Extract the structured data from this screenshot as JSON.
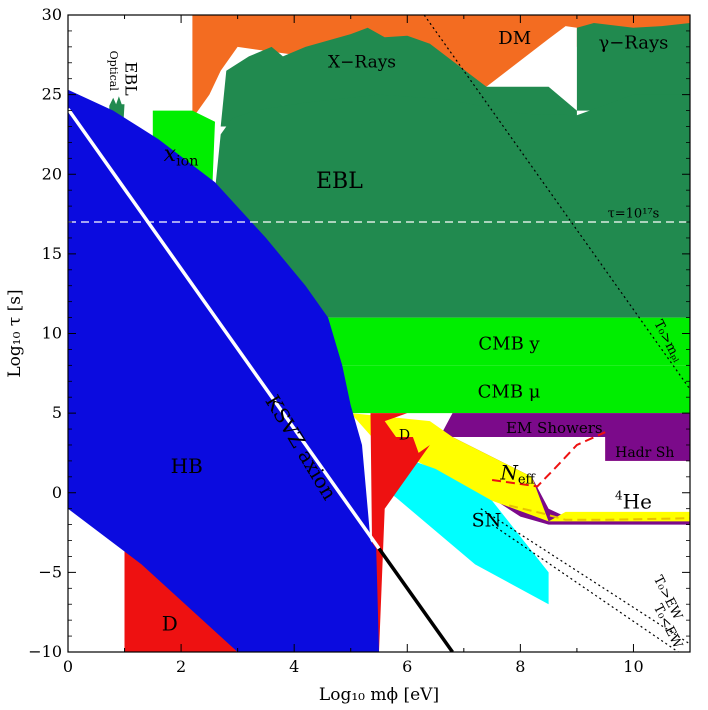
{
  "chart_data": {
    "type": "area",
    "xlabel": "Log₁₀ mϕ [eV]",
    "ylabel": "Log₁₀ τ [s]",
    "xlim": [
      0,
      11
    ],
    "ylim": [
      -10,
      30
    ],
    "x_ticks": [
      0,
      2,
      4,
      6,
      8,
      10
    ],
    "y_ticks": [
      -10,
      -5,
      0,
      5,
      10,
      15,
      20,
      25,
      30
    ],
    "regions": [
      {
        "name": "DM",
        "label": "DM",
        "color": "#f36c21",
        "points": [
          [
            2.2,
            30
          ],
          [
            11,
            30
          ],
          [
            11,
            28
          ],
          [
            9,
            28
          ],
          [
            9,
            29.2
          ],
          [
            8.8,
            29.3
          ],
          [
            8.5,
            28.5
          ],
          [
            7.4,
            25.5
          ],
          [
            5.5,
            26.5
          ],
          [
            4,
            27.5
          ],
          [
            3,
            28
          ],
          [
            2.7,
            26.5
          ],
          [
            2.5,
            25
          ],
          [
            2.2,
            23.5
          ]
        ]
      },
      {
        "name": "Gamma-Rays",
        "label": "γ−Rays",
        "color": "#218a4f",
        "points": [
          [
            9,
            24
          ],
          [
            9,
            29.2
          ],
          [
            9.3,
            29.5
          ],
          [
            10,
            29.2
          ],
          [
            10.5,
            29.3
          ],
          [
            11,
            29.5
          ],
          [
            11,
            24
          ]
        ]
      },
      {
        "name": "X-Rays",
        "label": "X−Rays",
        "color": "#218a4f",
        "points": [
          [
            2.7,
            23
          ],
          [
            2.8,
            26.5
          ],
          [
            3.2,
            27.4
          ],
          [
            3.6,
            28
          ],
          [
            3.8,
            27.4
          ],
          [
            4.2,
            28
          ],
          [
            4.6,
            28.4
          ],
          [
            5,
            28.8
          ],
          [
            5.3,
            29.2
          ],
          [
            5.6,
            28.6
          ],
          [
            6,
            28.7
          ],
          [
            6.4,
            28.2
          ],
          [
            7.4,
            25.5
          ],
          [
            8.5,
            25.5
          ],
          [
            9,
            24
          ],
          [
            9,
            23
          ],
          [
            2.7,
            23
          ]
        ]
      },
      {
        "name": "EBL",
        "label": "EBL",
        "color": "#218a4f",
        "points": [
          [
            2.6,
            11
          ],
          [
            2.6,
            19
          ],
          [
            2.7,
            22.5
          ],
          [
            2.9,
            23.5
          ],
          [
            3.3,
            24
          ],
          [
            4.2,
            24.5
          ],
          [
            5.5,
            25
          ],
          [
            6.7,
            24.7
          ],
          [
            8,
            23.8
          ],
          [
            9,
            23.7
          ],
          [
            10,
            25
          ],
          [
            11,
            25
          ],
          [
            11,
            11
          ]
        ]
      },
      {
        "name": "EBL-low-mass",
        "label": "EBL",
        "color": "#218a4f",
        "points": [
          [
            0.73,
            24.3
          ],
          [
            0.8,
            24.8
          ],
          [
            0.85,
            24.4
          ],
          [
            0.9,
            24.9
          ],
          [
            0.95,
            24.4
          ],
          [
            1,
            24.4
          ],
          [
            0.98,
            23.2
          ],
          [
            0.73,
            23.2
          ]
        ]
      },
      {
        "name": "x-ion",
        "label": "x",
        "sub": "ion",
        "color": "#00ee00",
        "points": [
          [
            1.5,
            20
          ],
          [
            1.5,
            24
          ],
          [
            2.2,
            24
          ],
          [
            2.6,
            23.3
          ],
          [
            2.55,
            19
          ],
          [
            2.6,
            11
          ],
          [
            2.4,
            11
          ],
          [
            2.2,
            14
          ]
        ]
      },
      {
        "name": "CMB-y",
        "label": "CMB y",
        "color": "#00ee00",
        "points": [
          [
            4.6,
            8
          ],
          [
            4.6,
            11
          ],
          [
            11,
            11
          ],
          [
            11,
            8
          ]
        ]
      },
      {
        "name": "CMB-mu",
        "label": "CMB μ",
        "color": "#00ee00",
        "points": [
          [
            4.6,
            5
          ],
          [
            4.6,
            8
          ],
          [
            11,
            8
          ],
          [
            11,
            5
          ]
        ]
      },
      {
        "name": "EM-Showers",
        "label": "EM Showers",
        "color": "#f88080",
        "points": [
          [
            6.8,
            3.5
          ],
          [
            6.8,
            5
          ],
          [
            11,
            5
          ],
          [
            11,
            3.5
          ]
        ]
      },
      {
        "name": "Hadr-Sh",
        "label": "Hadr Sh",
        "color": "#f88080",
        "points": [
          [
            9.5,
            2
          ],
          [
            9.5,
            3.5
          ],
          [
            11,
            3.5
          ],
          [
            11,
            2
          ]
        ]
      },
      {
        "name": "He4",
        "label": "He",
        "sup": "4",
        "color": "#7b0a8a",
        "points": [
          [
            6.5,
            3
          ],
          [
            6.8,
            5
          ],
          [
            11,
            5
          ],
          [
            11,
            2
          ],
          [
            9.5,
            2
          ],
          [
            9.5,
            3.5
          ],
          [
            6.8,
            3.5
          ],
          [
            8.2,
            1
          ],
          [
            8.5,
            -1
          ],
          [
            8.8,
            -1.5
          ],
          [
            11,
            -1.5
          ],
          [
            11,
            -2
          ],
          [
            8.5,
            -2
          ],
          [
            8,
            -1.5
          ],
          [
            7,
            0.8
          ]
        ]
      },
      {
        "name": "N-eff",
        "label": "N",
        "sub": "eff",
        "color": "#ffff00",
        "points": [
          [
            5,
            5
          ],
          [
            6.4,
            4.5
          ],
          [
            6.8,
            3.5
          ],
          [
            8.2,
            1
          ],
          [
            8.5,
            -1.8
          ],
          [
            8.8,
            -1.2
          ],
          [
            11,
            -1.2
          ],
          [
            11,
            -1.8
          ],
          [
            8.5,
            -1.8
          ],
          [
            7.5,
            -0.5
          ],
          [
            6.8,
            0.8
          ],
          [
            6,
            2.3
          ],
          [
            5.5,
            3
          ]
        ]
      },
      {
        "name": "SN",
        "label": "SN",
        "color": "#00ffff",
        "points": [
          [
            5.5,
            0.5
          ],
          [
            5.7,
            2.5
          ],
          [
            6.5,
            1.5
          ],
          [
            7.5,
            -0.5
          ],
          [
            8.5,
            -5
          ],
          [
            8.5,
            -7
          ],
          [
            7.2,
            -4.5
          ],
          [
            5.8,
            -0.3
          ]
        ]
      },
      {
        "name": "D-upper",
        "label": "D",
        "color": "#ee1111",
        "points": [
          [
            5.35,
            5
          ],
          [
            5.4,
            -10
          ],
          [
            5.5,
            -10
          ],
          [
            5.6,
            -1
          ],
          [
            6.4,
            3
          ],
          [
            6.2,
            2.5
          ],
          [
            6.1,
            3.5
          ],
          [
            5.8,
            3.5
          ],
          [
            5.6,
            4.5
          ],
          [
            6,
            5
          ]
        ]
      },
      {
        "name": "D-lower",
        "label": "D",
        "color": "#ee1111",
        "points": [
          [
            1,
            -3
          ],
          [
            1,
            -10
          ],
          [
            3,
            -10
          ]
        ]
      },
      {
        "name": "HB",
        "label": "HB",
        "color": "#0b0bdf",
        "points": [
          [
            0,
            25.3
          ],
          [
            0.8,
            24
          ],
          [
            1.6,
            22.2
          ],
          [
            2.6,
            19.5
          ],
          [
            3.5,
            16
          ],
          [
            4.2,
            13
          ],
          [
            4.6,
            11
          ],
          [
            4.85,
            8
          ],
          [
            5,
            5.5
          ],
          [
            5.2,
            3
          ],
          [
            5.3,
            -1
          ],
          [
            5.35,
            -3
          ],
          [
            5.45,
            -3.5
          ],
          [
            5.5,
            -10
          ],
          [
            3.5,
            -10
          ],
          [
            3,
            -10
          ],
          [
            1.3,
            -4.5
          ],
          [
            0,
            -1
          ]
        ]
      }
    ],
    "lines": [
      {
        "name": "KSVZ axion",
        "label": "KSVZ axion",
        "color": "#ffffff",
        "width": 3.5,
        "points": [
          [
            0,
            24.1
          ],
          [
            5.5,
            -3.5
          ]
        ]
      },
      {
        "name": "KSVZ axion extension",
        "color": "#000000",
        "width": 3.5,
        "points": [
          [
            5.5,
            -3.5
          ],
          [
            6.8,
            -10
          ]
        ]
      },
      {
        "name": "tau-1e17",
        "label": "τ=10¹⁷s",
        "color": "#ffffff",
        "dash": "8,5",
        "width": 1.2,
        "points": [
          [
            0,
            17
          ],
          [
            11,
            17
          ]
        ]
      },
      {
        "name": "T0-mPl",
        "label": "T₀>mₚₗ",
        "color": "#000000",
        "dash": "2,3",
        "width": 1.2,
        "points": [
          [
            6.3,
            30
          ],
          [
            11,
            6.5
          ]
        ]
      },
      {
        "name": "T0-gt-EW",
        "label": "T₀>EW",
        "color": "#000000",
        "dash": "2,3",
        "width": 1.2,
        "points": [
          [
            7.3,
            -1
          ],
          [
            11,
            -9.5
          ]
        ]
      },
      {
        "name": "T0-lt-EW",
        "label": "T₀<EW",
        "color": "#000000",
        "dash": "2,3",
        "width": 1.2,
        "points": [
          [
            7.5,
            -2
          ],
          [
            11,
            -10.5
          ]
        ]
      },
      {
        "name": "He4-boundary",
        "color": "#ee1111",
        "dash": "9,5",
        "width": 2,
        "points": [
          [
            7.5,
            0.8
          ],
          [
            8.3,
            0.4
          ],
          [
            8.6,
            1.5
          ],
          [
            9,
            3
          ],
          [
            9.5,
            3.8
          ]
        ]
      },
      {
        "name": "Neff-boundary",
        "color": "#e8c200",
        "dash": "9,5",
        "width": 2,
        "points": [
          [
            7.8,
            -0.8
          ],
          [
            8.4,
            -1.3
          ],
          [
            8.8,
            -1.7
          ],
          [
            9.5,
            -1.7
          ],
          [
            11,
            -1.6
          ]
        ]
      }
    ],
    "texts": [
      {
        "text": "Optical",
        "x": 0.8,
        "y": 26.5,
        "rotate": 90,
        "size": 11
      },
      {
        "text": "EBL",
        "x": 1.1,
        "y": 26,
        "rotate": 90,
        "size": 16
      },
      {
        "text": "γ−Rays",
        "x": 10,
        "y": 28.2,
        "size": 18,
        "color": "#ffffff"
      },
      {
        "text": "DM",
        "x": 7.9,
        "y": 28.5,
        "size": 18
      },
      {
        "text": "X−Rays",
        "x": 5.2,
        "y": 27,
        "size": 17,
        "color": "#ffffff"
      },
      {
        "text": "EBL",
        "x": 4.8,
        "y": 19.5,
        "size": 22,
        "color": "#ffffff"
      },
      {
        "text": "τ=10¹⁷s",
        "x": 10,
        "y": 17.5,
        "size": 13,
        "color": "#ffffff"
      },
      {
        "text": "CMB y",
        "x": 7.8,
        "y": 9.3,
        "size": 18
      },
      {
        "text": "CMB μ",
        "x": 7.8,
        "y": 6.3,
        "size": 18
      },
      {
        "text": "EM Showers",
        "x": 8.6,
        "y": 4,
        "size": 15
      },
      {
        "text": "Hadr Sh",
        "x": 10.2,
        "y": 2.5,
        "size": 14
      },
      {
        "text": "D",
        "x": 5.95,
        "y": 3.6,
        "size": 14,
        "color": "#ffffff"
      },
      {
        "text": "D",
        "x": 1.8,
        "y": -8.3,
        "size": 20,
        "color": "#ffffff"
      },
      {
        "text": "SN",
        "x": 7.4,
        "y": -1.8,
        "size": 19
      },
      {
        "text": "HB",
        "x": 2.1,
        "y": 1.6,
        "size": 20,
        "color": "#ffffff"
      },
      {
        "text": "KSVZ axion",
        "x": 4.1,
        "y": 2.8,
        "rotate": 59,
        "size": 20,
        "color": "#ffffff"
      },
      {
        "text": "T₀>mₚₗ",
        "x": 10.6,
        "y": 9.5,
        "rotate": 63,
        "size": 13
      },
      {
        "text": "T₀>EW",
        "x": 10.6,
        "y": -6.6,
        "rotate": 63,
        "size": 13
      },
      {
        "text": "T₀<EW",
        "x": 10.6,
        "y": -8.4,
        "rotate": 63,
        "size": 13
      }
    ],
    "region_labels": [
      {
        "name": "x-ion",
        "x": 2.0,
        "y": 21.2,
        "size": 22
      },
      {
        "name": "N-eff",
        "x": 7.95,
        "y": 1.2,
        "size": 20
      },
      {
        "name": "He4",
        "x": 10.0,
        "y": -0.6,
        "size": 20,
        "color": "#ffffff"
      }
    ]
  }
}
